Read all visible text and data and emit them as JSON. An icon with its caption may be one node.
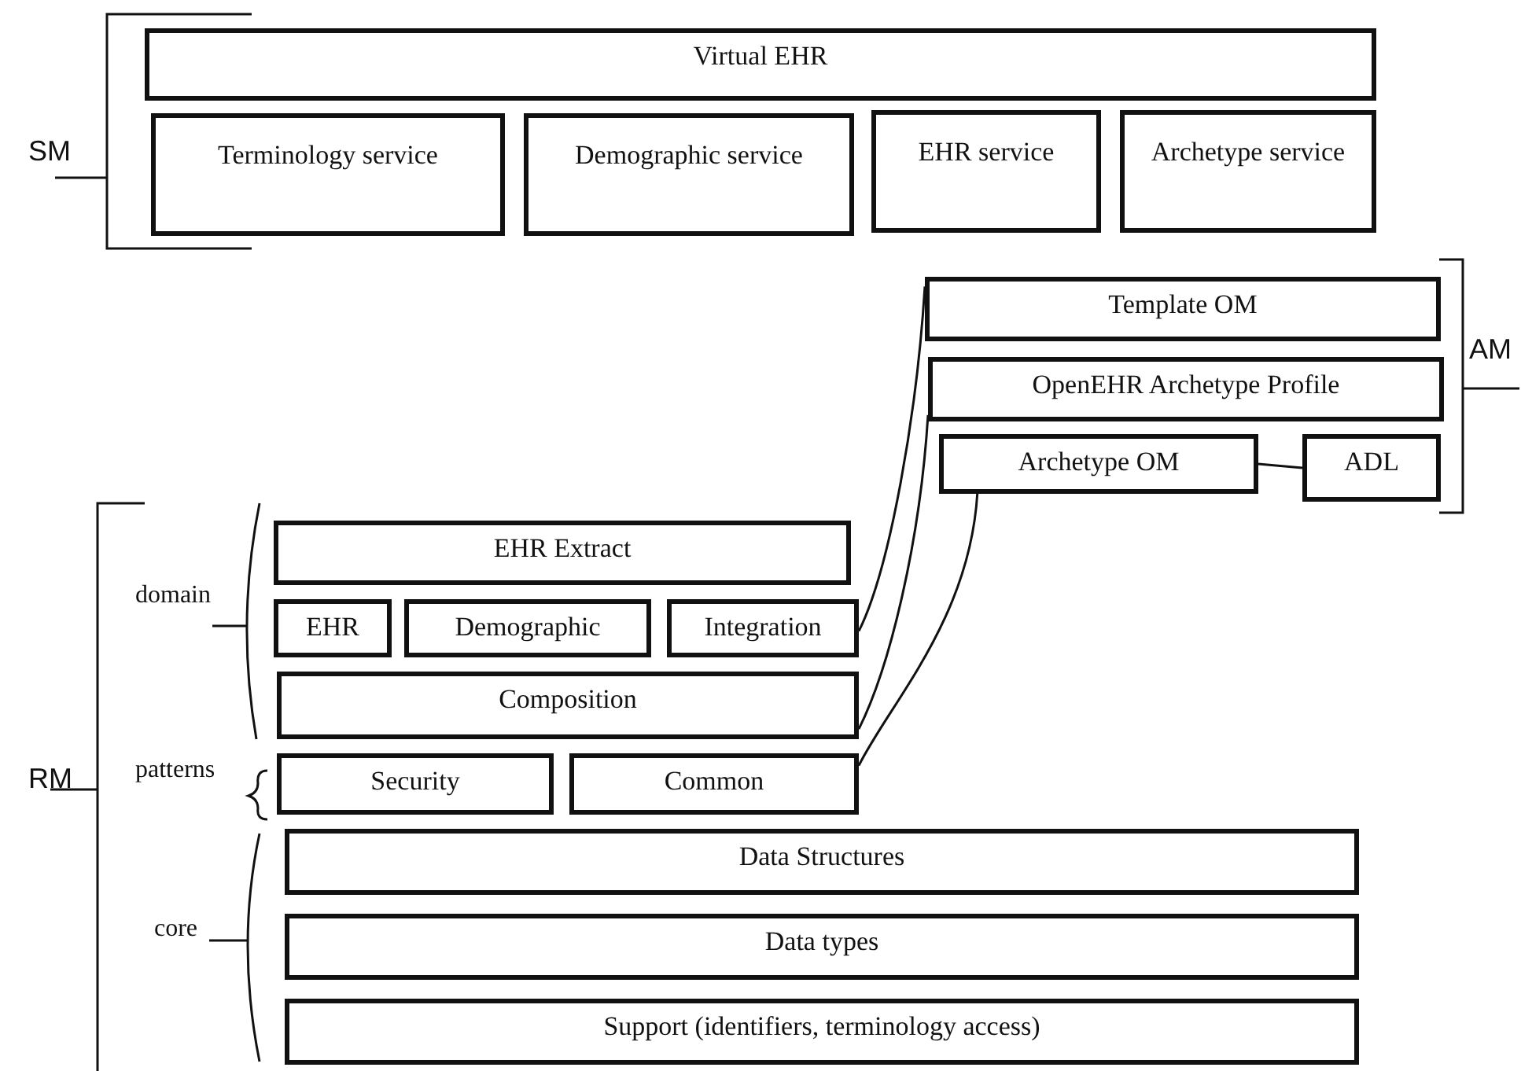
{
  "diagram": {
    "nodes": [
      {
        "text": [
          "Virtual EHR"
        ]
      },
      {
        "text": [
          "Terminology service"
        ]
      },
      {
        "text": [
          "Demographic service"
        ]
      },
      {
        "text": [
          "EHR service"
        ]
      },
      {
        "text": [
          "Archetype service"
        ]
      },
      {
        "text": [
          "Template OM"
        ]
      },
      {
        "text": [
          "OpenEHR Archetype Profile"
        ]
      },
      {
        "text": [
          "Archetype OM"
        ]
      },
      {
        "text": [
          "ADL"
        ]
      },
      {
        "text": [
          "EHR Extract"
        ]
      },
      {
        "text": [
          "EHR"
        ]
      },
      {
        "text": [
          "Demographic"
        ]
      },
      {
        "text": [
          "Integration"
        ]
      },
      {
        "text": [
          "Composition"
        ]
      },
      {
        "text": [
          "Security"
        ]
      },
      {
        "text": [
          "Common"
        ]
      },
      {
        "text": [
          "Data Structures"
        ]
      },
      {
        "text": [
          "Data types"
        ]
      },
      {
        "text": [
          "Support (identifiers, terminology access)"
        ]
      }
    ],
    "edges": [
      {
        "from": 12,
        "to": 5,
        "arrow": "none"
      },
      {
        "from": 13,
        "to": 6,
        "arrow": "none"
      },
      {
        "from": 15,
        "to": 7,
        "arrow": "none"
      },
      {
        "from": 7,
        "to": 8,
        "arrow": "none"
      }
    ],
    "labels": [
      "SM",
      "AM",
      "domain",
      "RM",
      "patterns",
      "core"
    ]
  }
}
